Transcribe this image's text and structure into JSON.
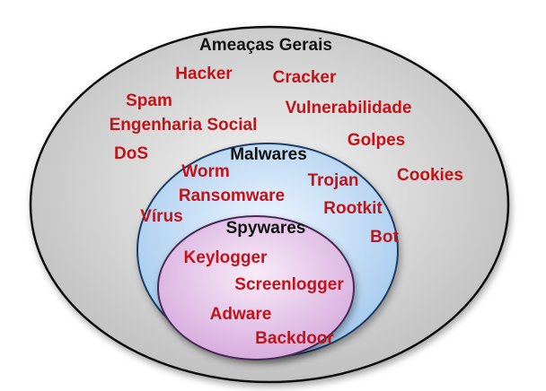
{
  "colors": {
    "outer_fill": "#d6d6d6",
    "middle_fill": "#c8dff5",
    "inner_fill": "#e6c9ea",
    "title_text": "#111111",
    "term_text": "#c0131a"
  },
  "outer": {
    "title": "Ameaças Gerais",
    "terms": [
      "Hacker",
      "Cracker",
      "Spam",
      "Vulnerabilidade",
      "Engenharia Social",
      "Golpes",
      "DoS",
      "Cookies"
    ]
  },
  "middle": {
    "title": "Malwares",
    "terms": [
      "Worm",
      "Trojan",
      "Ransomware",
      "Rootkit",
      "Vírus",
      "Bot"
    ]
  },
  "inner": {
    "title": "Spywares",
    "terms": [
      "Keylogger",
      "Screenlogger",
      "Adware",
      "Backdoor"
    ]
  }
}
